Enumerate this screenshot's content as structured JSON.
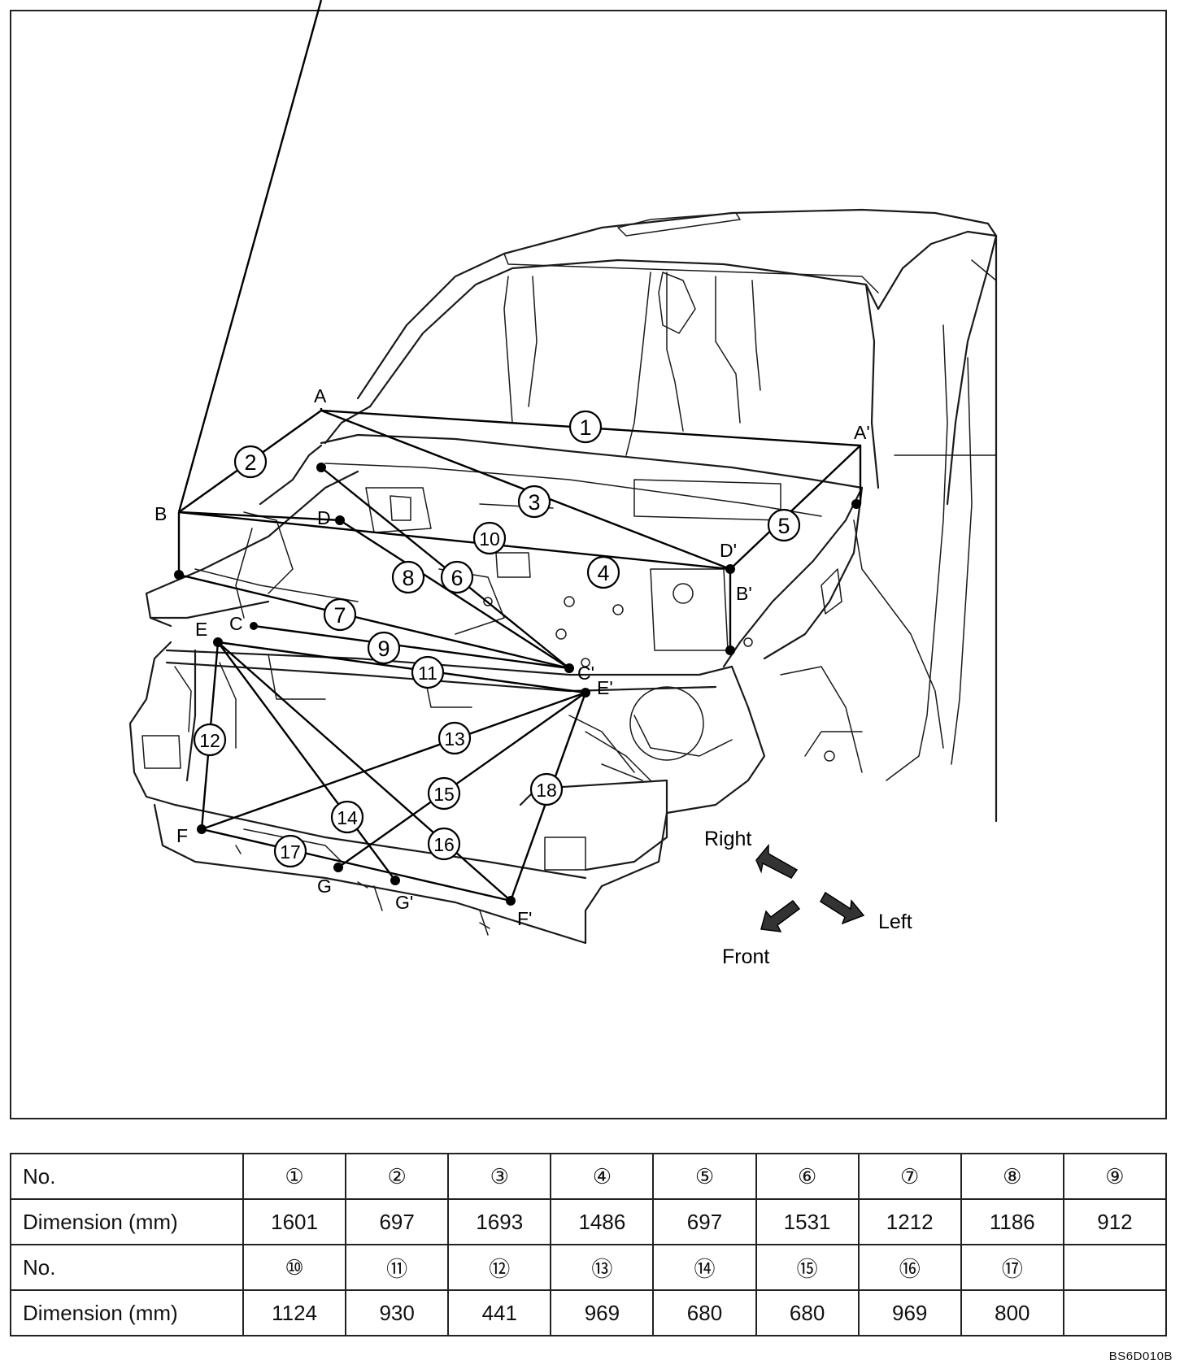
{
  "diagram": {
    "point_labels": [
      "A",
      "A'",
      "B",
      "B'",
      "C",
      "C'",
      "D",
      "D'",
      "E",
      "E'",
      "F",
      "F'",
      "G",
      "G'"
    ],
    "callouts": [
      "1",
      "2",
      "3",
      "4",
      "5",
      "6",
      "7",
      "8",
      "9",
      "10",
      "11",
      "12",
      "13",
      "14",
      "15",
      "16",
      "17",
      "18"
    ],
    "directions": {
      "right": "Right",
      "left": "Left",
      "front": "Front"
    }
  },
  "table": {
    "row_header_no": "No.",
    "row_header_dim": "Dimension (mm)",
    "row1_nos": [
      "①",
      "②",
      "③",
      "④",
      "⑤",
      "⑥",
      "⑦",
      "⑧",
      "⑨"
    ],
    "row1_dims": [
      "1601",
      "697",
      "1693",
      "1486",
      "697",
      "1531",
      "1212",
      "1186",
      "912"
    ],
    "row2_nos": [
      "⑩",
      "⑪",
      "⑫",
      "⑬",
      "⑭",
      "⑮",
      "⑯",
      "⑰",
      ""
    ],
    "row2_dims": [
      "1124",
      "930",
      "441",
      "969",
      "680",
      "680",
      "969",
      "800",
      ""
    ]
  },
  "figure_code": "BS6D010B"
}
